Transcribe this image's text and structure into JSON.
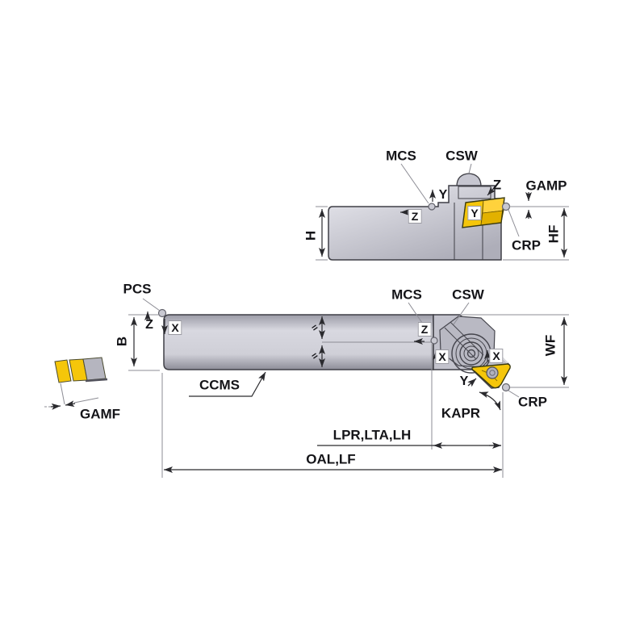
{
  "side_view": {
    "mcs": "MCS",
    "csw": "CSW",
    "z_upper": "Z",
    "gamp": "GAMP",
    "y_axis": "Y",
    "z_box": "Z",
    "y_box": "Y",
    "h": "H",
    "hf": "HF",
    "crp": "CRP"
  },
  "top_view": {
    "pcs": "PCS",
    "mcs": "MCS",
    "csw": "CSW",
    "z_axis": "Z",
    "x_box": "X",
    "b": "B",
    "z_box": "Z",
    "x_left": "X",
    "x_right": "X",
    "y_axis": "Y",
    "wf": "WF",
    "crp": "CRP",
    "kapr": "KAPR",
    "ccms": "CCMS",
    "equal_upper": "=",
    "equal_lower": "="
  },
  "dimensions": {
    "lpr_lta_lh": "LPR,LTA,LH",
    "oal_lf": "OAL,LF"
  },
  "insert_detail": {
    "gamf": "GAMF"
  },
  "colors": {
    "insert_yellow": "#f5c60a",
    "body_gray": "#c6c6d0",
    "dim_line": "#2a2a2e",
    "leader_gray": "#8d8d95"
  }
}
